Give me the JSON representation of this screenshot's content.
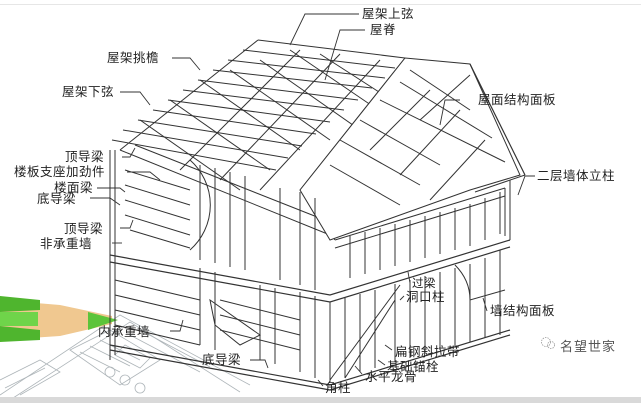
{
  "diagram": {
    "subject": "Light steel frame house structure (exploded isometric)",
    "labels": {
      "roof_top_chord": "屋架上弦",
      "ridge": "屋脊",
      "roof_eave_overhang": "屋架挑檐",
      "roof_bottom_chord": "屋架下弦",
      "roof_sheathing": "屋面结构面板",
      "top_track_upper": "顶导梁",
      "floor_support_stiffener": "楼板支座加劲件",
      "floor_joist": "楼面梁",
      "bottom_track_upper": "底导梁",
      "top_track_lower": "顶导梁",
      "non_load_bearing_wall": "非承重墙",
      "second_floor_wall_stud": "二层墙体立柱",
      "header": "过梁",
      "opening_stud": "洞口柱",
      "wall_sheathing": "墙结构面板",
      "interior_load_bearing_wall": "内承重墙",
      "bottom_track_lower": "底导梁",
      "flat_strap_bracing": "扁钢斜拉带",
      "foundation_anchor_bolt": "基础锚栓",
      "horizontal_bridging": "水平龙骨",
      "corner_post": "角柱"
    },
    "watermark": "名望世家"
  },
  "colors": {
    "line": "#333333",
    "panel": "#ffffff",
    "pencil_green": "#5cc43a",
    "pencil_wood": "#f0c890",
    "blueprint_line": "#9aa3a8"
  }
}
